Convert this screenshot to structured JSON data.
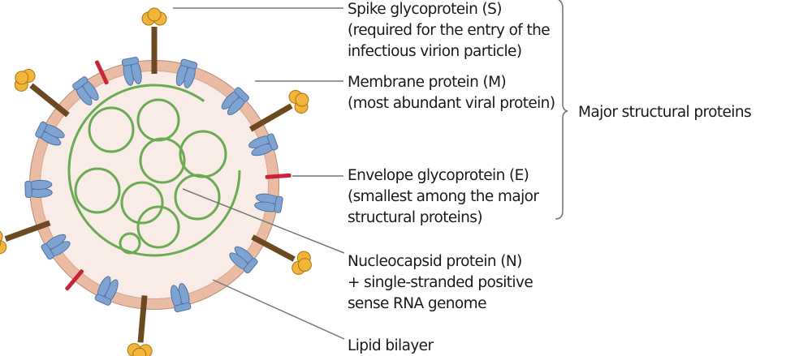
{
  "labels": {
    "spike": [
      "Spike glycoprotein (S)",
      "(required for the entry of the",
      "infectious virion particle)"
    ],
    "membrane": [
      "Membrane protein (M)",
      "(most abundant viral protein)"
    ],
    "envelope": [
      "Envelope glycoprotein (E)",
      "(smallest among the major",
      "structural proteins)"
    ],
    "nucleocapsid": [
      "Nucleocapsid protein (N)",
      "+ single-stranded positive",
      "sense RNA genome"
    ],
    "lipid": [
      "Lipid bilayer"
    ]
  },
  "group_label": "Major structural proteins",
  "colors": {
    "membrane_ring": "#e9bca3",
    "interior": "#f9ece6",
    "spike_head": "#f2b53a",
    "spike_stem": "#6b4a22",
    "m_protein": "#7fa3d1",
    "e_protein": "#c8243a",
    "rna": "#5ba444",
    "leader": "#777777"
  }
}
